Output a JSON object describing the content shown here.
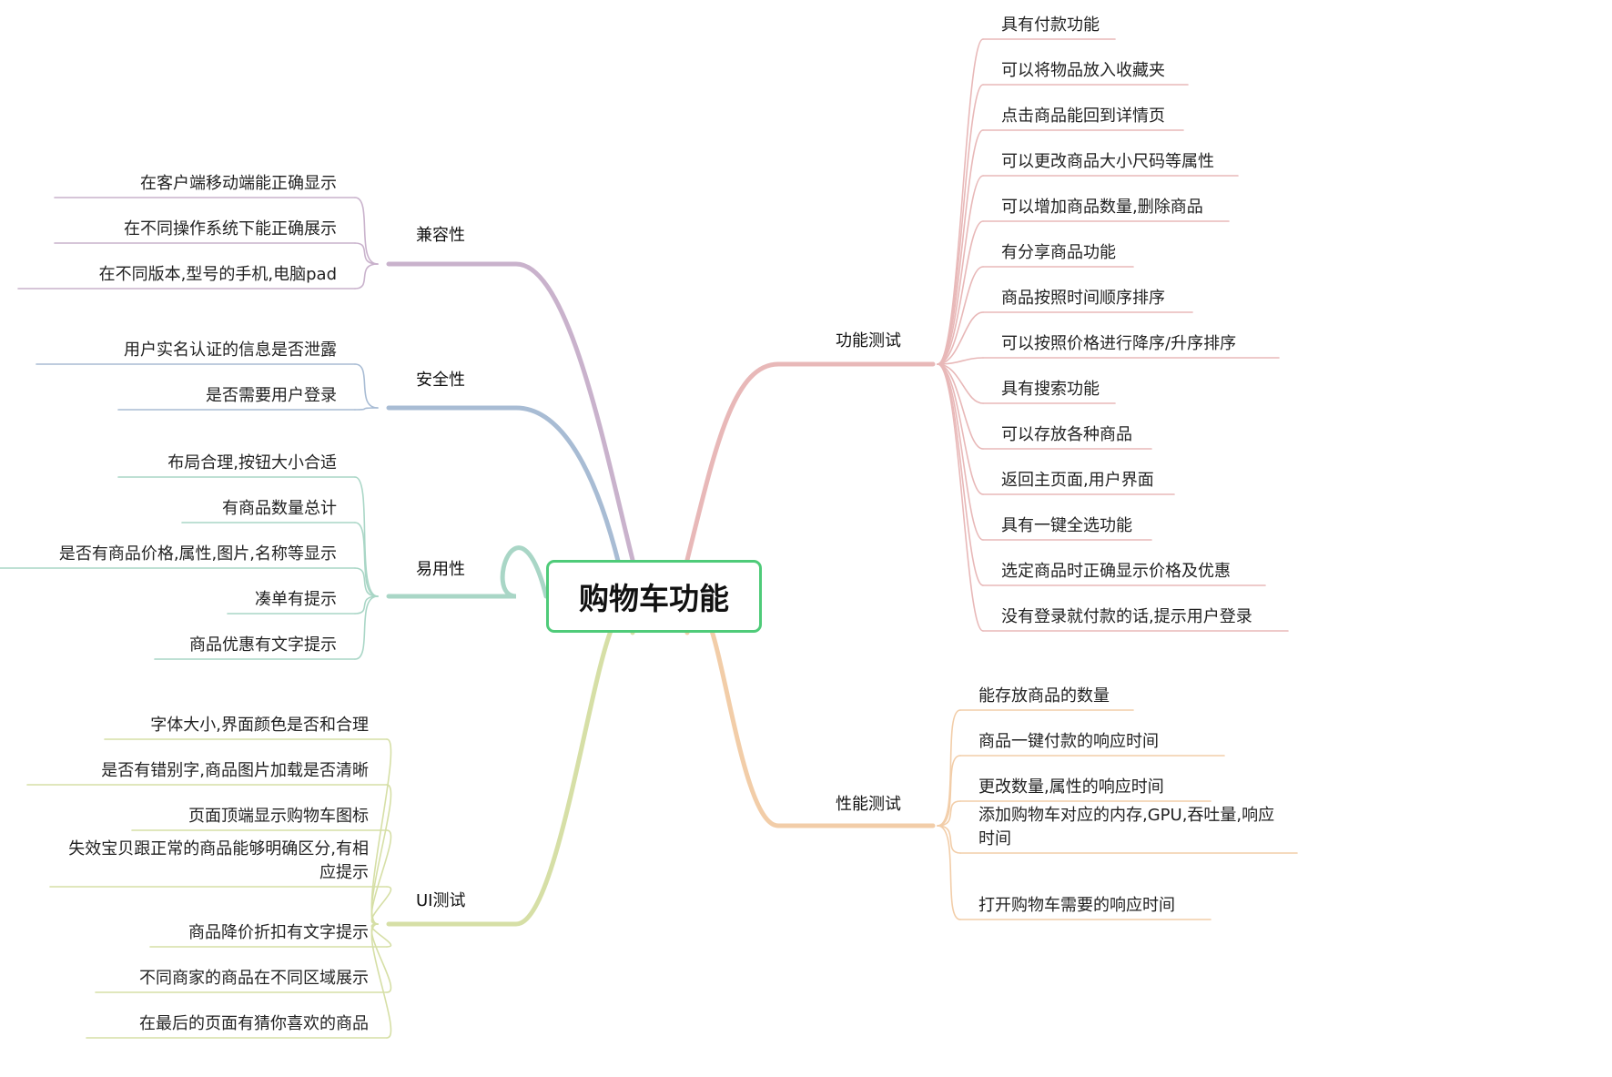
{
  "colors": {
    "root_border": "#4fcb79",
    "compatibility": "#c9b2cc",
    "security": "#a8bcd4",
    "usability": "#a9d6c6",
    "ui": "#d6dfa6",
    "function": "#e8b8b8",
    "performance": "#f2cda8"
  },
  "root": {
    "label": "购物车功能"
  },
  "branches": [
    {
      "key": "compatibility",
      "label": "兼容性",
      "items": [
        "在客户端移动端能正确显示",
        "在不同操作系统下能正确展示",
        "在不同版本,型号的手机,电脑pad"
      ]
    },
    {
      "key": "security",
      "label": "安全性",
      "items": [
        "用户实名认证的信息是否泄露",
        "是否需要用户登录"
      ]
    },
    {
      "key": "usability",
      "label": "易用性",
      "items": [
        "布局合理,按钮大小合适",
        "有商品数量总计",
        "是否有商品价格,属性,图片,名称等显示",
        "凑单有提示",
        "商品优惠有文字提示"
      ]
    },
    {
      "key": "ui",
      "label": "UI测试",
      "items": [
        "字体大小,界面颜色是否和合理",
        "是否有错别字,商品图片加载是否清晰",
        "页面顶端显示购物车图标",
        "失效宝贝跟正常的商品能够明确区分,有相应提示",
        "商品降价折扣有文字提示",
        "不同商家的商品在不同区域展示",
        "在最后的页面有猜你喜欢的商品"
      ]
    },
    {
      "key": "function",
      "label": "功能测试",
      "items": [
        "具有付款功能",
        "可以将物品放入收藏夹",
        "点击商品能回到详情页",
        "可以更改商品大小尺码等属性",
        "可以增加商品数量,删除商品",
        "有分享商品功能",
        "商品按照时间顺序排序",
        "可以按照价格进行降序/升序排序",
        "具有搜索功能",
        "可以存放各种商品",
        "返回主页面,用户界面",
        "具有一键全选功能",
        "选定商品时正确显示价格及优惠",
        "没有登录就付款的话,提示用户登录"
      ]
    },
    {
      "key": "performance",
      "label": "性能测试",
      "items": [
        "能存放商品的数量",
        "商品一键付款的响应时间",
        "更改数量,属性的响应时间",
        "添加购物车对应的内存,GPU,吞吐量,响应时间",
        "打开购物车需要的响应时间"
      ]
    }
  ]
}
